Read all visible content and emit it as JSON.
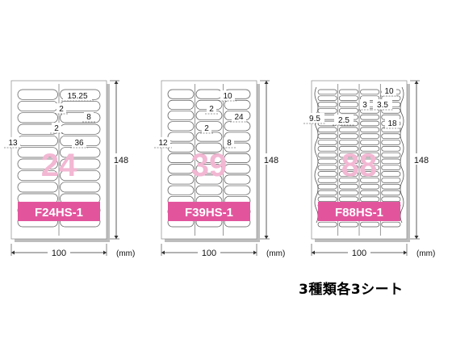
{
  "unit_label": "(mm)",
  "sheets": [
    {
      "code": "F24HS-1",
      "count": "24",
      "width": "100",
      "height": "148",
      "dims": [
        "15.25",
        "2",
        "8",
        "2",
        "13",
        "36"
      ],
      "label_rows": 12,
      "label_cols": 2,
      "wavy": false
    },
    {
      "code": "F39HS-1",
      "count": "39",
      "width": "100",
      "height": "148",
      "dims": [
        "10",
        "2",
        "24",
        "2",
        "12",
        "8"
      ],
      "label_rows": 13,
      "label_cols": 3,
      "wavy": false
    },
    {
      "code": "F88HS-1",
      "count": "88",
      "width": "100",
      "height": "148",
      "dims": [
        "10",
        "9.5",
        "3",
        "3.5",
        "2.5",
        "18"
      ],
      "label_rows": 22,
      "label_cols": 4,
      "wavy": true
    }
  ],
  "caption": "3種類各3シート",
  "colors": {
    "accent": "#e2559d",
    "watermark": "#f2b7d3",
    "outline": "#555555",
    "sheet_fill": "#ffffff",
    "shadow": "#bdbdbd"
  }
}
